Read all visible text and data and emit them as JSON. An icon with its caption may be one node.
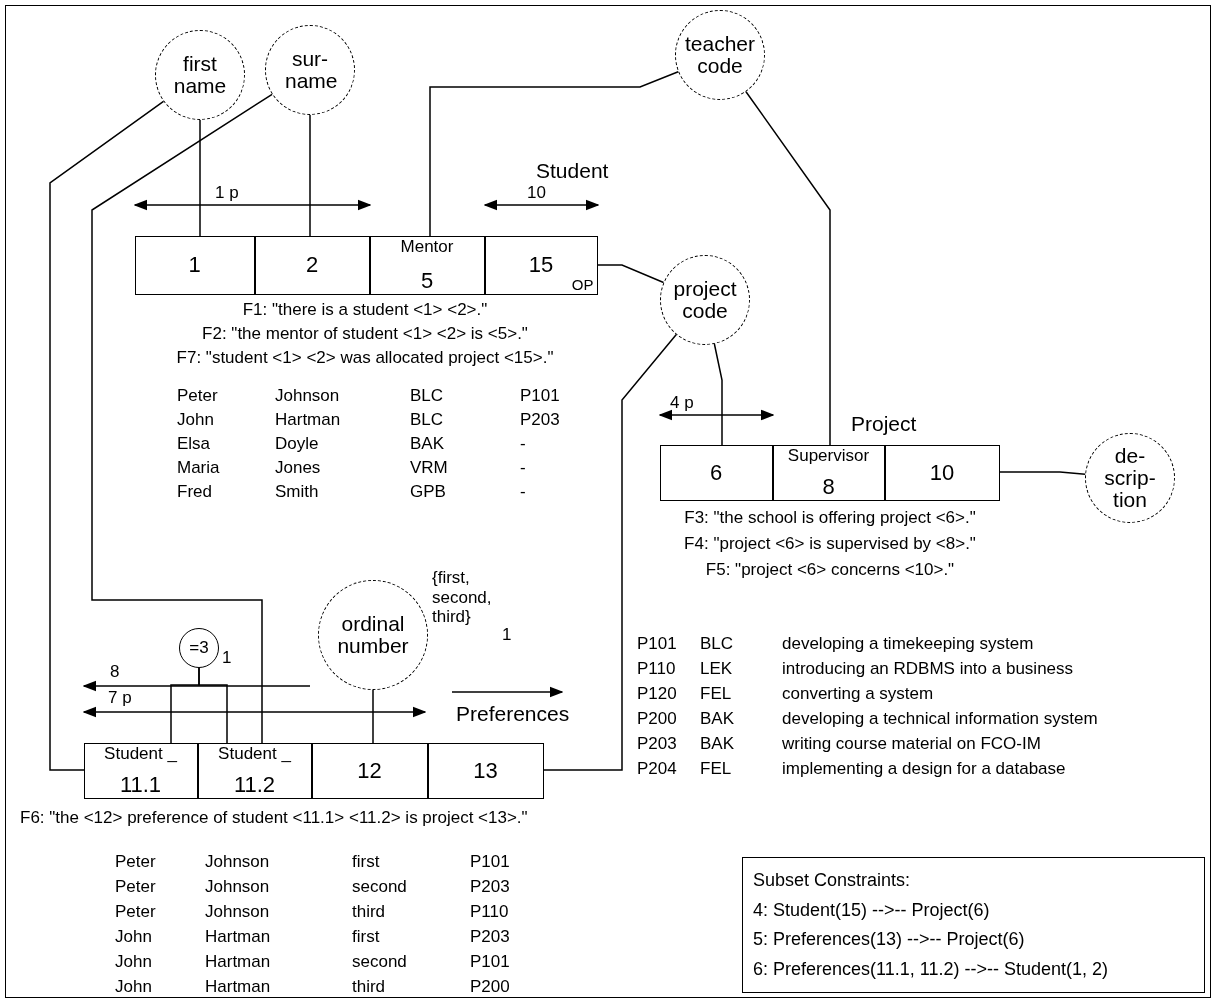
{
  "diagram": {
    "nodes": [
      {
        "text": [
          "first name"
        ]
      },
      {
        "text": [
          "sur-name"
        ]
      },
      {
        "text": [
          "teacher code"
        ]
      },
      {
        "text": [
          "Student"
        ],
        "beside": [
          "F1: \"there is a student <1> <2>.\"",
          "F2: \"the mentor of student <1> <2> is <5>.\"",
          "F7: \"student <1> <2> was allocated project <15>.\""
        ]
      },
      {
        "text": [
          "1"
        ],
        "in": 3
      },
      {
        "text": [
          "2"
        ],
        "in": 3
      },
      {
        "text": [
          "Mentor",
          "5"
        ],
        "in": 3
      },
      {
        "text": [
          "15",
          "OP"
        ],
        "in": 3
      },
      {
        "text": [
          "project code"
        ]
      },
      {
        "text": [
          "Project"
        ],
        "beside": [
          "F3: \"the school is offering project <6>.\"",
          "F4: \"project <6> is supervised by <8>.\"",
          "F5: \"project <6> concerns <10>.\""
        ]
      },
      {
        "text": [
          "6"
        ],
        "in": 9
      },
      {
        "text": [
          "Supervisor",
          "8"
        ],
        "in": 9
      },
      {
        "text": [
          "10"
        ],
        "in": 9
      },
      {
        "text": [
          "de-scrip-tion"
        ]
      },
      {
        "text": [
          "ordinal number"
        ],
        "beside": [
          "{first, second, third}",
          "1"
        ]
      },
      {
        "text": [
          "Preferences"
        ],
        "beside": [
          "F6: \"the <12> preference of student <11.1> <11.2> is project <13>.\""
        ]
      },
      {
        "text": [
          "Student _",
          "11.1"
        ],
        "in": 15
      },
      {
        "text": [
          "Student _",
          "11.2"
        ],
        "in": 15
      },
      {
        "text": [
          "12"
        ],
        "in": 15
      },
      {
        "text": [
          "13"
        ],
        "in": 15
      },
      {
        "text": [
          "=3"
        ],
        "beside": [
          "1"
        ]
      },
      {
        "text": [
          "Subset Constraints:",
          "4: Student(15) -->-- Project(6)",
          "5: Preferences(13) -->-- Project(6)",
          "6: Preferences(11.1, 11.2) -->-- Student(1, 2)"
        ]
      }
    ],
    "edges": [
      {
        "from": 0,
        "to": 4,
        "arrow": "none"
      },
      {
        "from": 0,
        "to": 16,
        "arrow": "none"
      },
      {
        "from": 1,
        "to": 5,
        "arrow": "none"
      },
      {
        "from": 1,
        "to": 17,
        "arrow": "none"
      },
      {
        "from": 2,
        "to": 6,
        "arrow": "none"
      },
      {
        "from": 2,
        "to": 11,
        "arrow": "none"
      },
      {
        "from": 8,
        "to": 7,
        "arrow": "none"
      },
      {
        "from": 8,
        "to": 10,
        "arrow": "none"
      },
      {
        "from": 8,
        "to": 19,
        "arrow": "none"
      },
      {
        "from": 13,
        "to": 12,
        "arrow": "none"
      },
      {
        "from": 14,
        "to": 18,
        "arrow": "none"
      },
      {
        "from": 20,
        "to": 16,
        "arrow": "none"
      },
      {
        "from": 20,
        "to": 17,
        "arrow": "none"
      }
    ],
    "labels": [
      "1 p",
      "10",
      "Peter",
      "Johnson",
      "BLC",
      "P101",
      "John",
      "Hartman",
      "BLC",
      "P203",
      "Elsa",
      "Doyle",
      "BAK",
      "-",
      "Maria",
      "Jones",
      "VRM",
      "-",
      "Fred",
      "Smith",
      "GPB",
      "-",
      "4 p",
      "P101",
      "BLC",
      "developing a timekeeping system",
      "P110",
      "LEK",
      "introducing an RDBMS into a business",
      "P120",
      "FEL",
      "converting a system",
      "P200",
      "BAK",
      "developing a technical information system",
      "P203",
      "BAK",
      "writing course material on FCO-IM",
      "P204",
      "FEL",
      "implementing a design for a database",
      "8",
      "7 p",
      "Peter",
      "Johnson",
      "first",
      "P101",
      "Peter",
      "Johnson",
      "second",
      "P203",
      "Peter",
      "Johnson",
      "third",
      "P110",
      "John",
      "Hartman",
      "first",
      "P203",
      "John",
      "Hartman",
      "second",
      "P101",
      "John",
      "Hartman",
      "third",
      "P200"
    ]
  }
}
